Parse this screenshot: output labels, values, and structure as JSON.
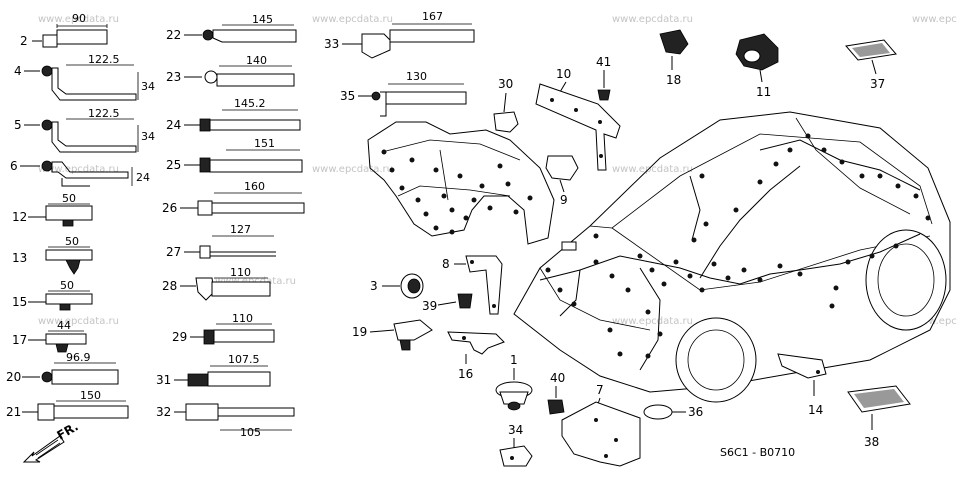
{
  "watermarks": [
    "www.epcdata.ru",
    "www.epcdata.ru",
    "www.epcdata.ru",
    "www.epcdata.ru",
    "www.epcdata.ru",
    "www.epcdata.ru",
    "www.epcdata.ru",
    "www.epcdata.ru",
    "www.epc",
    "www.epcdata.ru",
    "www.epcdata.ru",
    "www.epc"
  ],
  "diagram_code": "S6C1 - B0710",
  "direction_label": "FR.",
  "left_column": [
    {
      "num": "2",
      "dim": "90"
    },
    {
      "num": "4",
      "dim": "122.5",
      "side": "34"
    },
    {
      "num": "5",
      "dim": "122.5",
      "side": "34"
    },
    {
      "num": "6",
      "dim": "",
      "side": "24"
    },
    {
      "num": "12",
      "dim": "50"
    },
    {
      "num": "13",
      "dim": "50"
    },
    {
      "num": "15",
      "dim": "50"
    },
    {
      "num": "17",
      "dim": "44"
    },
    {
      "num": "20",
      "dim": "96.9"
    },
    {
      "num": "21",
      "dim": "150"
    }
  ],
  "middle_column": [
    {
      "num": "22",
      "dim": "145"
    },
    {
      "num": "23",
      "dim": "140"
    },
    {
      "num": "24",
      "dim": "145.2"
    },
    {
      "num": "25",
      "dim": "151"
    },
    {
      "num": "26",
      "dim": "160"
    },
    {
      "num": "27",
      "dim": "127"
    },
    {
      "num": "28",
      "dim": "110"
    },
    {
      "num": "29",
      "dim": "110"
    },
    {
      "num": "31",
      "dim": "107.5"
    },
    {
      "num": "32",
      "dim": "105"
    }
  ],
  "upper_parts": [
    {
      "num": "33",
      "dim": "167"
    },
    {
      "num": "35",
      "dim": "130"
    }
  ],
  "callouts": [
    "30",
    "10",
    "41",
    "18",
    "11",
    "37",
    "9",
    "3",
    "8",
    "39",
    "19",
    "16",
    "1",
    "40",
    "7",
    "36",
    "34",
    "14",
    "38"
  ]
}
